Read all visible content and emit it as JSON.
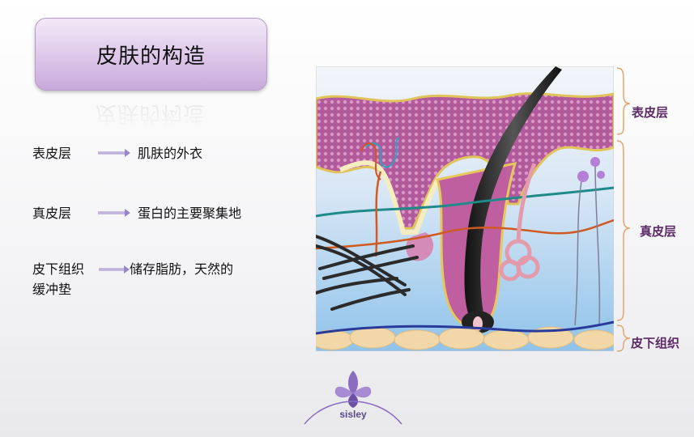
{
  "title": "皮肤的构造",
  "rows": [
    {
      "term": "表皮层",
      "description": "肌肤的外衣"
    },
    {
      "term": "真皮层",
      "description": "蛋白的主要聚集地"
    },
    {
      "term": "皮下组织",
      "description_line1": "储存脂肪，天然的",
      "description_line2": "缓冲垫"
    }
  ],
  "diagram_labels": {
    "epidermis": "表皮层",
    "dermis": "真皮层",
    "subcutis": "皮下组织"
  },
  "logo": {
    "brand": "sisley",
    "icon": "iris-flower-icon"
  },
  "colors": {
    "accent_purple": "#c8a9db",
    "label_purple": "#5c2a66",
    "brace_orange": "#e3a56b"
  }
}
